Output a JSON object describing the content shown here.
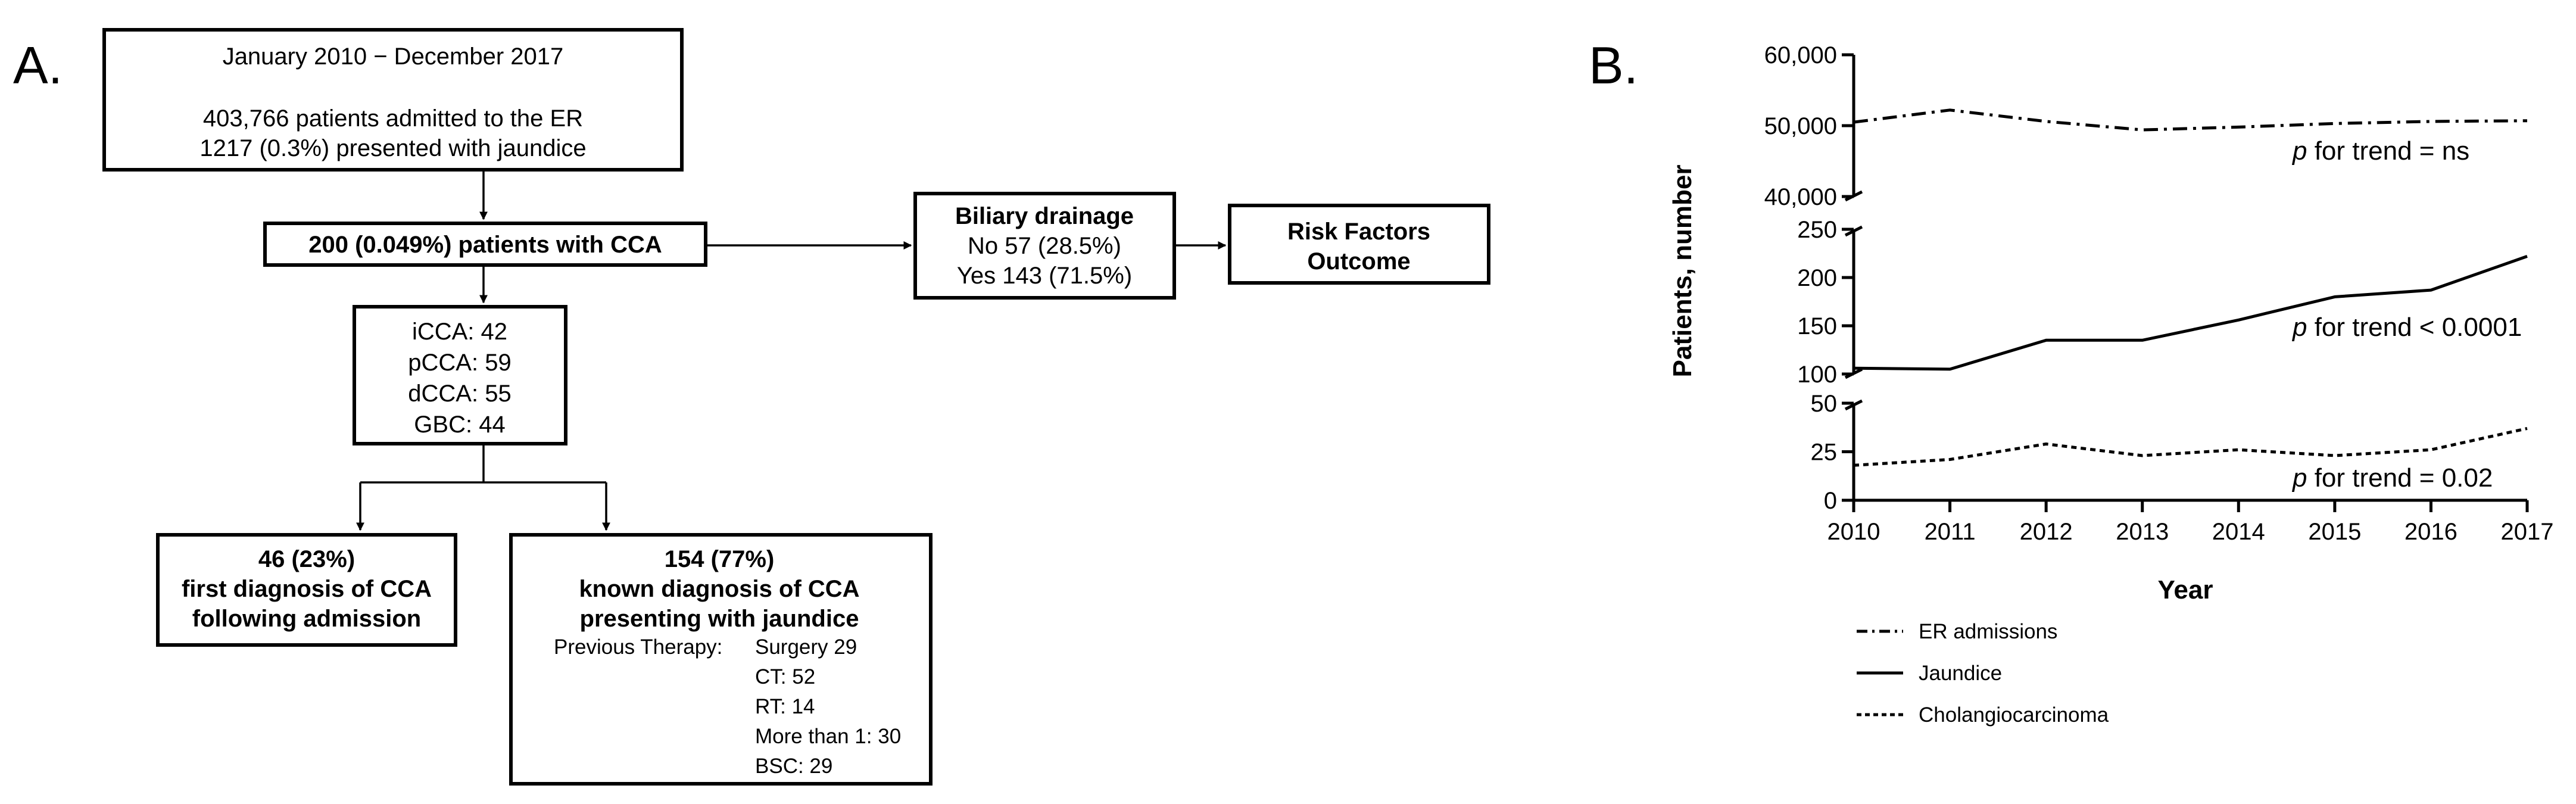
{
  "panel_a": {
    "label": "A.",
    "top_box": {
      "line1": "January 2010 − December 2017",
      "line2": "403,766 patients admitted to the ER",
      "line3": "1217 (0.3%) presented with jaundice"
    },
    "cca_box": "200 (0.049%) patients with CCA",
    "drainage_box": {
      "title": "Biliary drainage",
      "no": "No 57 (28.5%)",
      "yes": "Yes 143 (71.5%)"
    },
    "risk_box": {
      "line1": "Risk Factors",
      "line2": "Outcome"
    },
    "subtype_box": [
      "iCCA: 42",
      "pCCA: 59",
      "dCCA: 55",
      "GBC: 44"
    ],
    "first_box": [
      "46 (23%)",
      "first diagnosis of CCA",
      "following admission"
    ],
    "known_box": {
      "lines": [
        "154 (77%)",
        "known diagnosis of CCA",
        "presenting with jaundice"
      ],
      "therapy_label": "Previous Therapy:",
      "therapies": [
        "Surgery 29",
        "CT: 52",
        "RT: 14",
        "More than 1: 30",
        "BSC: 29"
      ]
    }
  },
  "panel_b": {
    "label": "B.",
    "chart_data": {
      "type": "line",
      "x": [
        2010,
        2011,
        2012,
        2013,
        2014,
        2015,
        2016,
        2017
      ],
      "xlabel": "Year",
      "ylabel": "Patients, number",
      "x_ticks": [
        "2010",
        "2011",
        "2012",
        "2013",
        "2014",
        "2015",
        "2016",
        "2017"
      ],
      "segments": [
        {
          "series": "ER admissions",
          "ylim": [
            40000,
            60000
          ],
          "ticks": [
            "60,000",
            "50,000",
            "40,000"
          ],
          "tick_values": [
            60000,
            50000,
            40000
          ],
          "annotation": {
            "p": "p",
            "text": " for trend = ns"
          }
        },
        {
          "series": "Jaundice",
          "ylim": [
            100,
            250
          ],
          "ticks": [
            "250",
            "200",
            "150",
            "100"
          ],
          "tick_values": [
            250,
            200,
            150,
            100
          ],
          "annotation": {
            "p": "p",
            "text": " for trend < 0.0001"
          }
        },
        {
          "series": "Cholangiocarcinoma",
          "ylim": [
            0,
            50
          ],
          "ticks": [
            "50",
            "25",
            "0"
          ],
          "tick_values": [
            50,
            25,
            0
          ],
          "annotation": {
            "p": "p",
            "text": " for trend = 0.02"
          }
        }
      ],
      "series": [
        {
          "name": "ER admissions",
          "style": "dash-dot",
          "values": [
            50500,
            52200,
            50600,
            49400,
            49800,
            50300,
            50600,
            50700
          ]
        },
        {
          "name": "Jaundice",
          "style": "solid",
          "values": [
            106,
            105,
            135,
            135,
            156,
            180,
            187,
            222
          ]
        },
        {
          "name": "Cholangiocarcinoma",
          "style": "dotted",
          "values": [
            18,
            21,
            29,
            23,
            26,
            23,
            26,
            37
          ]
        }
      ],
      "legend_position": "bottom-left",
      "grid": false
    }
  }
}
